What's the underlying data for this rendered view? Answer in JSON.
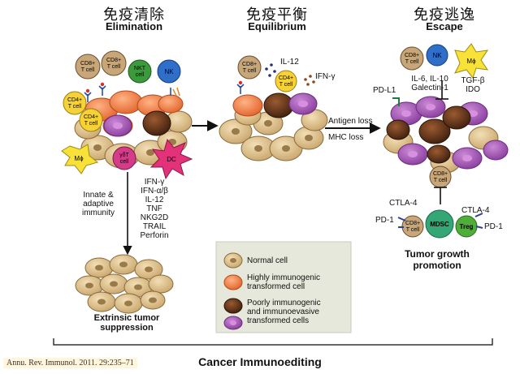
{
  "phases": {
    "elimination": {
      "cn": "免疫清除",
      "en": "Elimination"
    },
    "equilibrium": {
      "cn": "免疫平衡",
      "en": "Equilibrium"
    },
    "escape": {
      "cn": "免疫逃逸",
      "en": "Escape"
    }
  },
  "cells": {
    "cd8": "CD8+ T cell",
    "nkt": "NKT cell",
    "nk": "NK",
    "cd4": "CD4+ T cell",
    "mphi": "Mϕ",
    "gdt": "γδT cell",
    "dc": "DC",
    "mdsc": "MDSC",
    "treg": "Treg"
  },
  "mediators": {
    "il12": "IL-12",
    "ifng": "IFN-γ",
    "il6": "IL-6, IL-10",
    "galectin": "Galectin-1",
    "tgfb": "TGF-β",
    "ido": "IDO",
    "pdl1": "PD-L1",
    "pd1": "PD-1",
    "ctla4": "CTLA-4"
  },
  "arrows": {
    "antigen_loss": "Antigen loss",
    "mhc_loss": "MHC loss"
  },
  "innate": [
    "Innate &",
    "adaptive",
    "immunity"
  ],
  "cytokines": [
    "IFN-γ",
    "IFN-α/β",
    "IL-12",
    "TNF",
    "NKG2D",
    "TRAIL",
    "Perforin"
  ],
  "outcomes": {
    "extrinsic": [
      "Extrinsic tumor",
      "suppression"
    ],
    "tumor_growth": [
      "Tumor growth",
      "promotion"
    ]
  },
  "legend": {
    "normal": "Normal cell",
    "high": [
      "Highly immunogenic",
      "transformed cell"
    ],
    "poor": [
      "Poorly immunogenic",
      "and immunoevasive",
      "transformed cells"
    ]
  },
  "bottom_title": "Cancer Immunoediting",
  "citation": "Annu. Rev. Immunol. 2011. 29:235–71",
  "colors": {
    "normal": "#dcc08e",
    "high": "#f0814a",
    "poor_dark": "#6b3a1e",
    "poor_purple": "#a056b0",
    "cd8": "#c7a67a",
    "cd4": "#f7d237",
    "nkt": "#3c9a3c",
    "nk": "#2f6fc9",
    "mphi": "#f8e138",
    "dc": "#e3327a",
    "gdt": "#d63b8a",
    "mdsc": "#35a676",
    "treg": "#4fae3a",
    "legend_bg": "#e5e8da"
  }
}
